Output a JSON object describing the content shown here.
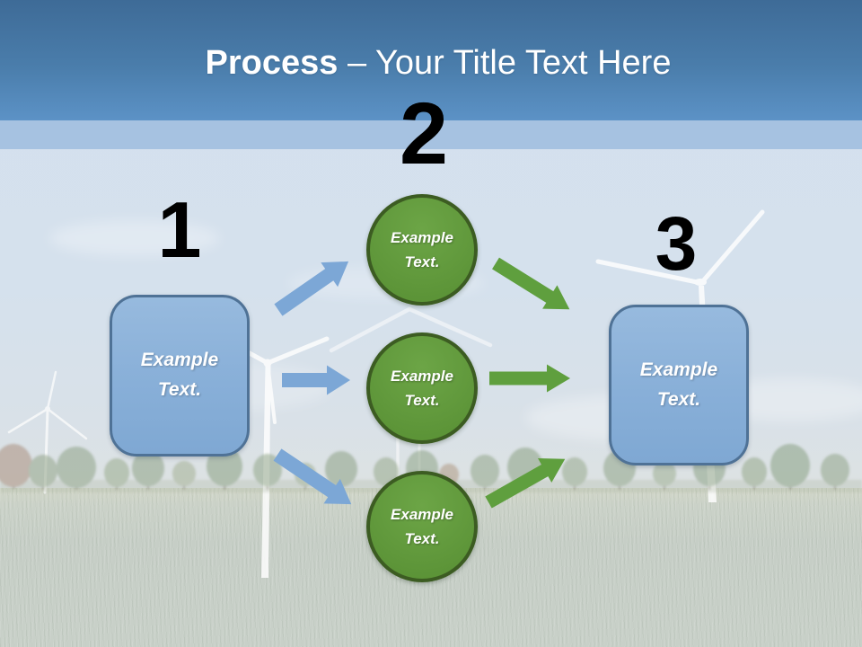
{
  "header": {
    "title_bold": "Process",
    "title_rest": "– Your Title Text Here"
  },
  "steps": {
    "numbers": [
      "1",
      "2",
      "3"
    ]
  },
  "left_box": {
    "label": "Example\nText."
  },
  "circles": [
    {
      "label": "Example\nText."
    },
    {
      "label": "Example\nText."
    },
    {
      "label": "Example\nText."
    }
  ],
  "right_box": {
    "label": "Example\nText."
  },
  "background": {
    "description_items": [
      "wind-turbines",
      "tree-line",
      "grass-field",
      "sky"
    ]
  },
  "colors": {
    "header_gradient_top": "#3e6b97",
    "header_gradient_bottom": "#5c92c6",
    "accent_band": "#a6c2e1",
    "sky": "#d5e1ed",
    "grass": "#c7cfc7",
    "box_fill": "#8db3dc",
    "box_border": "#4f7296",
    "circle_fill": "#61993c",
    "circle_border": "#3c5c22",
    "blue_arrow": "#7ca7d6",
    "green_arrow": "#5f9f3e",
    "number_color": "#000000",
    "title_color": "#ffffff",
    "label_color": "#ffffff"
  }
}
